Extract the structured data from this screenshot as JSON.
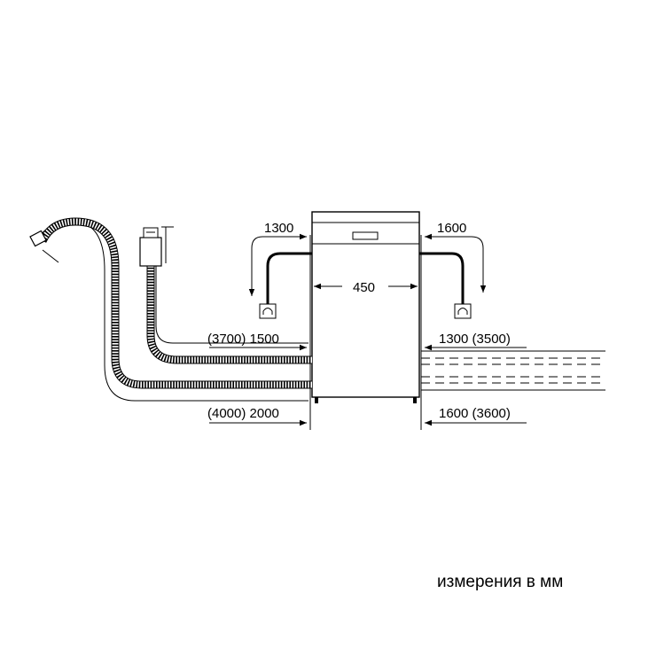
{
  "dimensions": {
    "top_left": "1300",
    "top_right": "1600",
    "width": "450",
    "mid_left": "(3700) 1500",
    "mid_right": "1300 (3500)",
    "low_left": "(4000) 2000",
    "low_right": "1600 (3600)"
  },
  "caption": "измерения в мм"
}
